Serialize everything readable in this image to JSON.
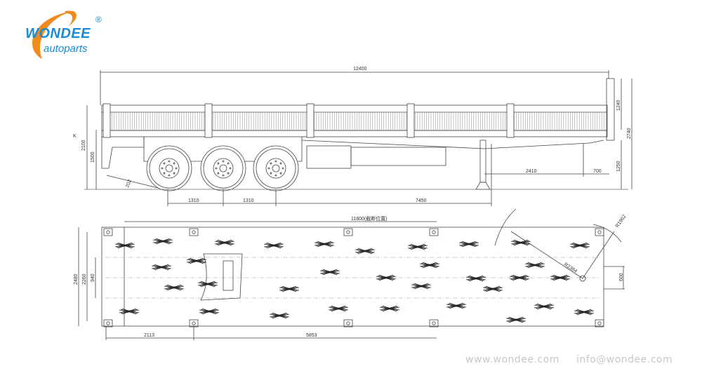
{
  "logo": {
    "brand": "WONDEE",
    "sub": "autoparts",
    "registered": "®"
  },
  "side_view": {
    "overall_length": "12400",
    "height_2100": "2100",
    "height_1500": "1500",
    "angle_note": "202",
    "axle_spacing_1": "1310",
    "axle_spacing_2": "1310",
    "axle_to_king": "7450",
    "dim_2410": "2410",
    "dim_700": "700",
    "headboard_1240": "1240",
    "total_2740": "2740",
    "deck_1250": "1250",
    "view_mark": "K"
  },
  "top_view": {
    "length_note": "11800(截断位置)",
    "width_2480": "2480",
    "width_2260": "2260",
    "width_940": "940",
    "dim_2113": "2113",
    "dim_5853": "5853",
    "radius_1": "R2384",
    "radius_2": "R1962",
    "dim_600": "600"
  },
  "footer": {
    "website": "www.wondee.com",
    "email": "info@wondee.com"
  },
  "colors": {
    "brand_blue": "#1a8bd6",
    "brand_orange": "#f08a1c",
    "line": "#444444"
  }
}
